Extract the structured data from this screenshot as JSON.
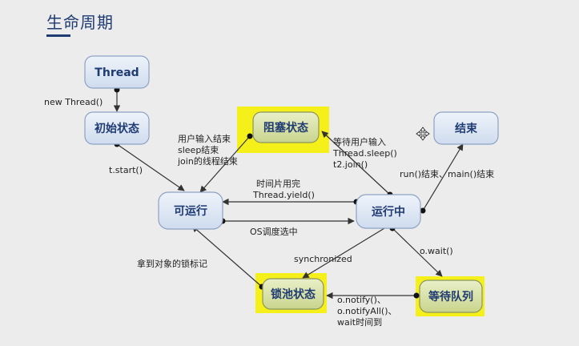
{
  "title": "生命周期",
  "nodes": {
    "thread": "Thread",
    "init": "初始状态",
    "runnable": "可运行",
    "blocked": "阻塞状态",
    "running": "运行中",
    "end": "结束",
    "lockpool": "锁池状态",
    "waitqueue": "等待队列"
  },
  "edges": {
    "new_thread": "new Thread()",
    "start": "t.start()",
    "block_in": [
      "用户输入结束",
      "sleep结束",
      "join的线程结束"
    ],
    "block_out": [
      "等待用户输入",
      "Thread.sleep()",
      "t2.join()"
    ],
    "yield": [
      "时间片用完",
      "Thread.yield()"
    ],
    "os_select": "OS调度选中",
    "finish": "run()结束、main()结束",
    "synchronized": "synchronized",
    "wait": "o.wait()",
    "lock_acquired": "拿到对象的锁标记",
    "notify": [
      "o.notify()、",
      "o.notifyAll()、",
      "wait时间到"
    ]
  },
  "colors": {
    "node_fill": "#dde6f3",
    "highlight": "#f6f01a",
    "arrow": "#333333",
    "title": "#1f3b73"
  }
}
